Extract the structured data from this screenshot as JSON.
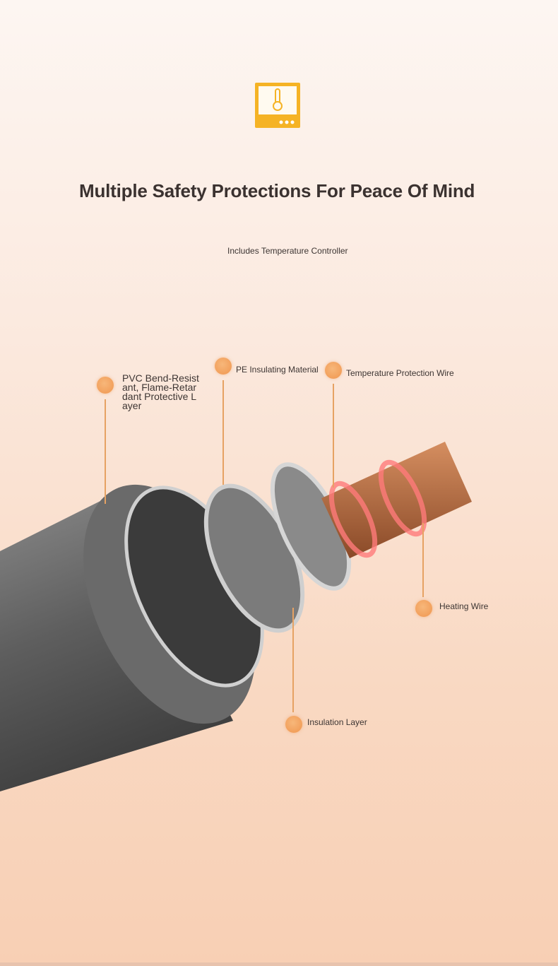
{
  "icon": "thermometer-controller-icon",
  "title": "Multiple Safety Protections For Peace Of Mind",
  "subtitle": "Includes Temperature Controller",
  "labels": {
    "pvc": "PVC Bend-Resist ant, Flame-Retar dant Protective L ayer",
    "pe": "PE Insulating Material",
    "temp_wire": "Temperature Protection Wire",
    "heating": "Heating Wire",
    "insulation": "Insulation Layer"
  },
  "colors": {
    "accent": "#f0964f",
    "icon": "#f5b325"
  }
}
